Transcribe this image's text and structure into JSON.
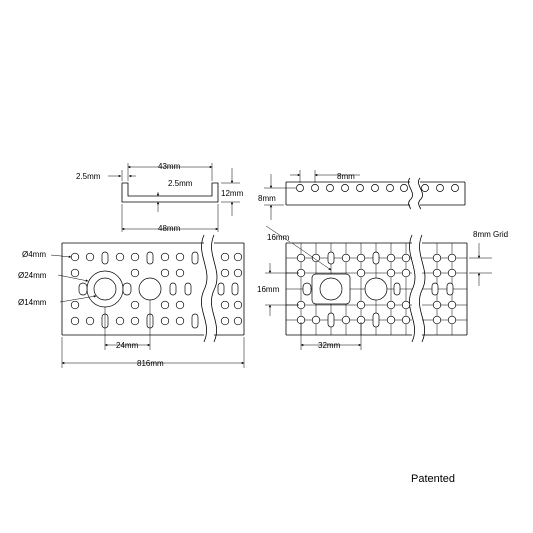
{
  "labels": {
    "u_channel_inner_width": "43mm",
    "u_channel_wall_thickness": "2.5mm",
    "u_channel_floor_thickness": "2.5mm",
    "u_channel_height": "12mm",
    "u_channel_outer_width": "48mm",
    "hole_pitch_top": "8mm",
    "edge_offset_side": "8mm",
    "hole_diameter_small": "Ø4mm",
    "hole_diameter_large": "Ø24mm",
    "hole_diameter_medium": "Ø14mm",
    "large_hole_spacing_left": "24mm",
    "overall_length": "816mm",
    "diagonal_spacing": "16mm",
    "vertical_spacing": "16mm",
    "grid_size": "8mm Grid",
    "large_hole_spacing_right": "32mm",
    "patent_note": "Patented"
  }
}
